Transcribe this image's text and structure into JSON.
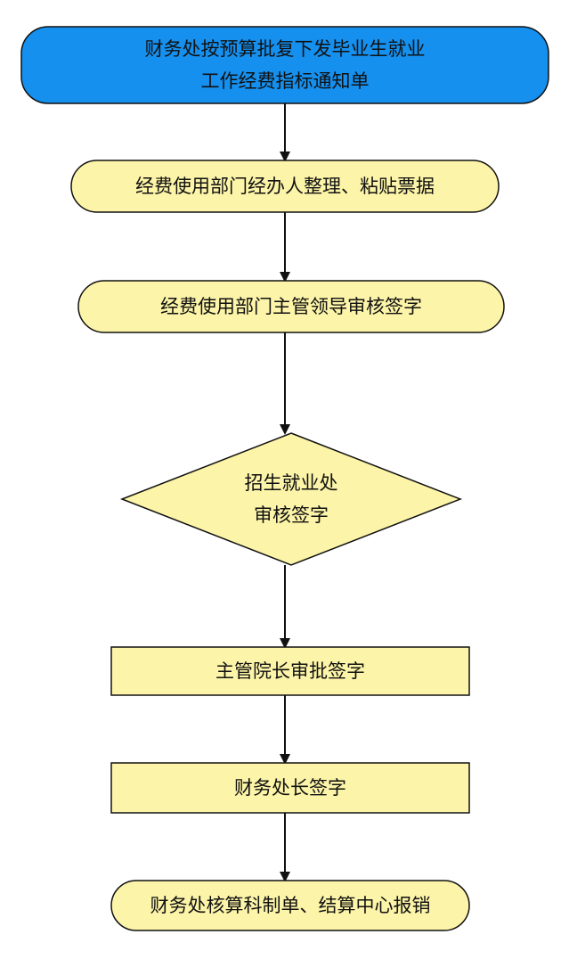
{
  "flowchart": {
    "steps": [
      {
        "shape": "rounded-rect",
        "fill": "#1590ef",
        "lines": [
          "财务处按预算批复下发毕业生就业",
          "工作经费指标通知单"
        ]
      },
      {
        "shape": "rounded-rect",
        "fill": "#fcf4a8",
        "lines": [
          "经费使用部门经办人整理、粘贴票据"
        ]
      },
      {
        "shape": "rounded-rect",
        "fill": "#fcf4a8",
        "lines": [
          "经费使用部门主管领导审核签字"
        ]
      },
      {
        "shape": "diamond",
        "fill": "#fcf4a8",
        "lines": [
          "招生就业处",
          "审核签字"
        ]
      },
      {
        "shape": "rect",
        "fill": "#fcf4a8",
        "lines": [
          "主管院长审批签字"
        ]
      },
      {
        "shape": "rect",
        "fill": "#fcf4a8",
        "lines": [
          "财务处长签字"
        ]
      },
      {
        "shape": "rounded-rect",
        "fill": "#fcf4a8",
        "lines": [
          "财务处核算科制单、结算中心报销"
        ]
      }
    ],
    "connector_color": "#111111"
  }
}
